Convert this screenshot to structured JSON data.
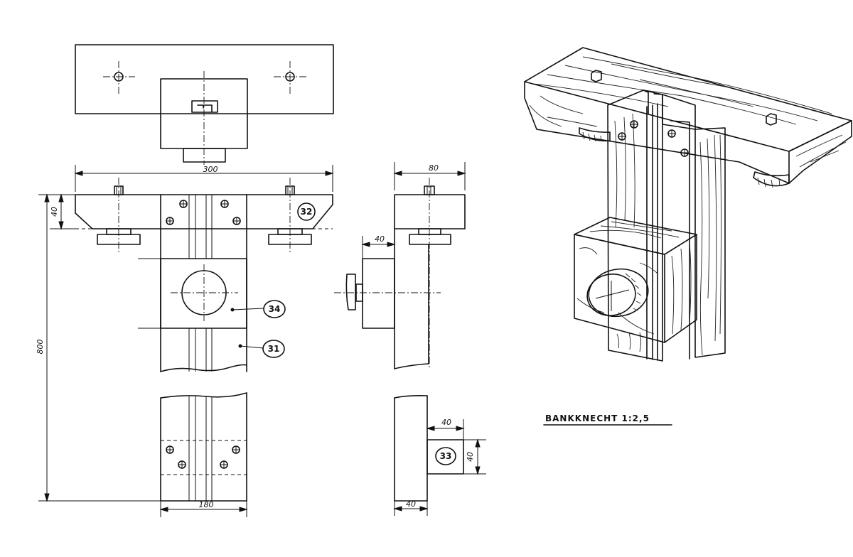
{
  "drawing": {
    "title": "BANKKNECHT 1:2,5"
  },
  "dimensions": {
    "width_total": "300",
    "height_total": "800",
    "top_thickness": "40",
    "side_width": "80",
    "jaw_offset": "40",
    "post_width": "180",
    "block_depth": "40",
    "block_width": "40",
    "block_height": "40"
  },
  "parts": {
    "post": "31",
    "top_beam": "32",
    "slide_block": "33",
    "clamp_block": "34"
  },
  "colors": {
    "ink": "#111111",
    "paper": "#ffffff"
  }
}
